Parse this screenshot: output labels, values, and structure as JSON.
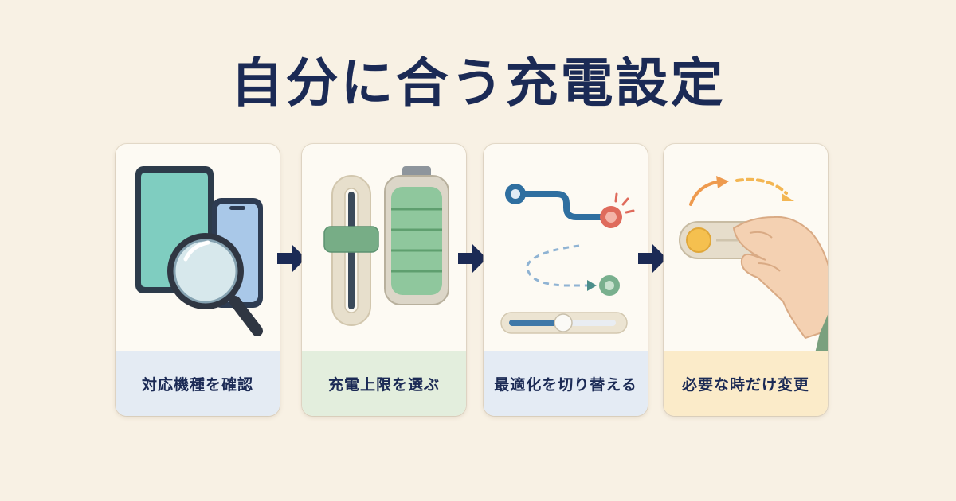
{
  "title": "自分に合う充電設定",
  "steps": [
    {
      "label": "対応機種を確認",
      "label_bg": "#e4ebf3"
    },
    {
      "label": "充電上限を選ぶ",
      "label_bg": "#e3eedd"
    },
    {
      "label": "最適化を切り替える",
      "label_bg": "#e4ebf4"
    },
    {
      "label": "必要な時だけ変更",
      "label_bg": "#fbebc9"
    }
  ],
  "colors": {
    "title": "#1b2a55",
    "background": "#f8f1e4",
    "arrow": "#1b2a55"
  }
}
